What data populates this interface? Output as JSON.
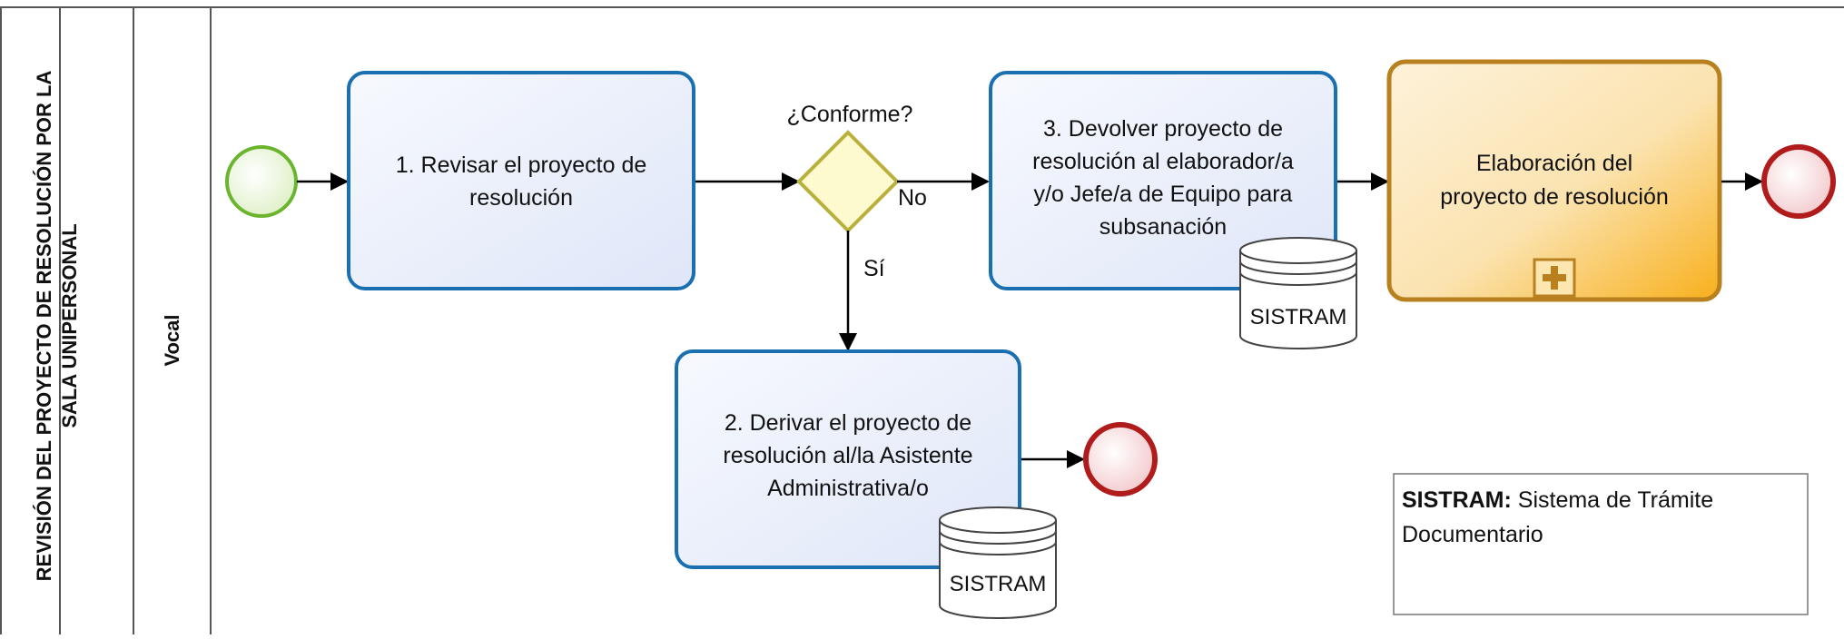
{
  "pool": {
    "title_line1": "REVISIÓN DEL PROYECTO DE RESOLUCIÓN POR LA",
    "title_line2": "SALA UNIPERSONAL"
  },
  "lane": {
    "title": "Vocal"
  },
  "task1": {
    "line1": "1. Revisar el proyecto de",
    "line2": "resolución"
  },
  "gateway": {
    "question": "¿Conforme?",
    "no_label": "No",
    "yes_label": "Sí"
  },
  "task2": {
    "line1": "2. Derivar el proyecto de",
    "line2": "resolución al/la Asistente",
    "line3": "Administrativa/o"
  },
  "task3": {
    "line1": "3. Devolver proyecto de",
    "line2": "resolución al elaborador/a",
    "line3": "y/o Jefe/a de Equipo para",
    "line4": "subsanación"
  },
  "subprocess": {
    "line1": "Elaboración del",
    "line2": "proyecto de resolución"
  },
  "datastore1": {
    "label": "SISTRAM"
  },
  "datastore2": {
    "label": "SISTRAM"
  },
  "legend": {
    "term": "SISTRAM",
    "separator": ":",
    "def_line1": " Sistema de Trámite",
    "def_line2": "Documentario"
  },
  "colors": {
    "start_stroke": "#6ab52d",
    "start_fill": "#e9f5d6",
    "end_stroke": "#b01c1c",
    "end_fill": "#f6d2d4",
    "task_stroke": "#1a6fb0",
    "task_fill": "#eef2fb",
    "gateway_stroke": "#b9b13c",
    "gateway_fill": "#fdfad0",
    "subprocess_stroke": "#b8801e",
    "subprocess_fill_top": "#fdf2da",
    "subprocess_fill_bottom": "#f8b01c"
  }
}
